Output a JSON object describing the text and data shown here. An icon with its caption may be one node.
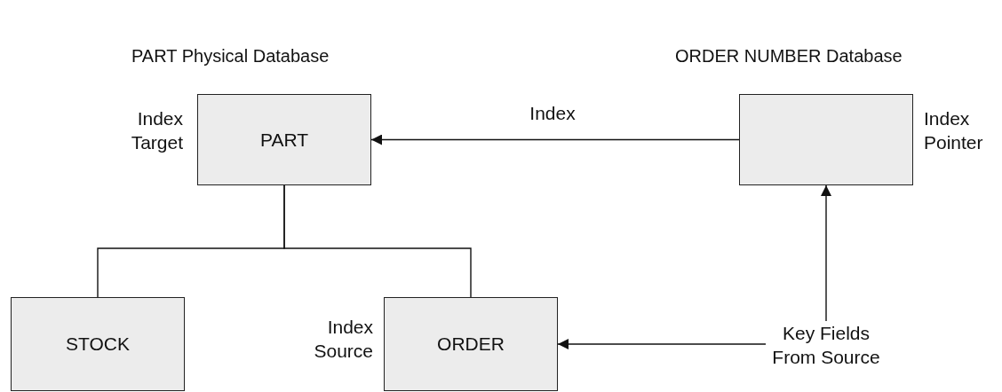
{
  "diagram": {
    "nodes": [
      {
        "text": [
          "PART"
        ],
        "beside": [
          "Index Target"
        ]
      },
      {
        "text": [],
        "shape": "box",
        "beside": [
          "Index Pointer"
        ]
      },
      {
        "text": [
          "STOCK"
        ]
      },
      {
        "text": [
          "ORDER"
        ],
        "beside": [
          "Index Source"
        ]
      },
      {
        "text": [
          "Key Fields From Source"
        ]
      }
    ],
    "edges": [
      {
        "from": 1,
        "to": 0,
        "arrow": "to",
        "label": "Index"
      },
      {
        "from": 4,
        "to": 1,
        "arrow": "to"
      },
      {
        "from": 4,
        "to": 3,
        "arrow": "to"
      },
      {
        "from": 0,
        "to": 2,
        "arrow": "none"
      },
      {
        "from": 0,
        "to": 3,
        "arrow": "none"
      }
    ],
    "labels": [
      "PART Physical Database",
      "ORDER NUMBER Database"
    ]
  }
}
